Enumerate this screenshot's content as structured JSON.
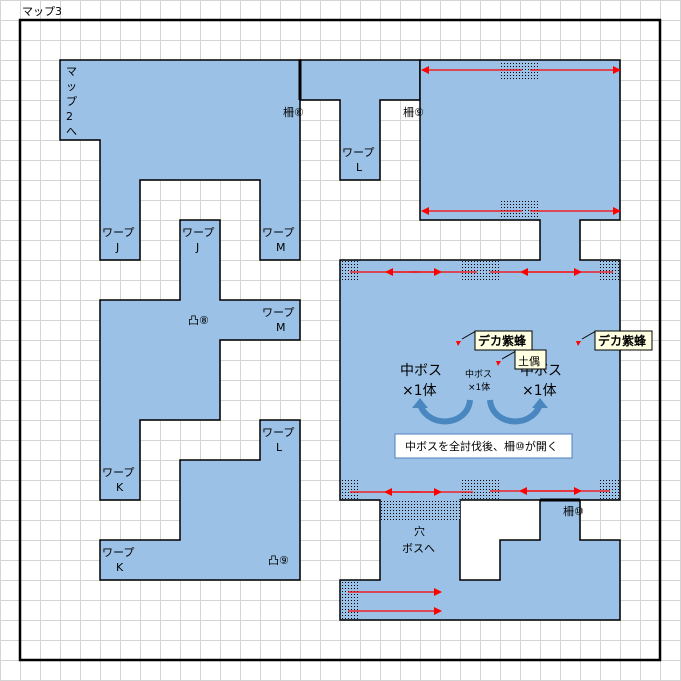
{
  "title": "マップ3",
  "colors": {
    "room": "#9bc2e6",
    "arrow": "#ff0000",
    "note_border": "#4f81bd",
    "callout_bg": "#ffffe1"
  },
  "labels": {
    "to_map2": [
      "マ",
      "ッ",
      "プ",
      "2",
      "へ"
    ],
    "warp": "ワープ",
    "warp_j": "J",
    "warp_m": "M",
    "warp_l": "L",
    "warp_k": "K",
    "gate8": "柵⑧",
    "gate9": "柵⑨",
    "gate10": "柵⑩",
    "switch8": "凸⑧",
    "switch9": "凸⑨",
    "hole_line1": "穴",
    "hole_line2": "ボスへ"
  },
  "boss_room": {
    "midboss": "中ボス",
    "count": "×1体",
    "callouts": [
      "デカ紫蜂",
      "デカ紫蜂",
      "土偶"
    ],
    "note": "中ボスを全討伐後、柵⑩が開く"
  }
}
